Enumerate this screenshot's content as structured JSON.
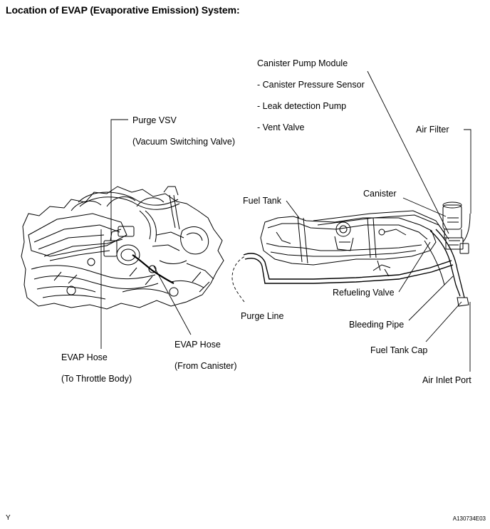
{
  "title": "Location of EVAP (Evaporative Emission) System:",
  "labels": {
    "canister_pump_module": "Canister Pump Module",
    "canister_pressure_sensor": "- Canister Pressure Sensor",
    "leak_detection_pump": "- Leak detection Pump",
    "vent_valve": "- Vent Valve",
    "purge_vsv": "Purge VSV",
    "vacuum_switching_valve": "(Vacuum Switching Valve)",
    "air_filter": "Air Filter",
    "canister": "Canister",
    "fuel_tank": "Fuel Tank",
    "refueling_valve": "Refueling Valve",
    "purge_line": "Purge Line",
    "bleeding_pipe": "Bleeding Pipe",
    "evap_hose_canister": "EVAP Hose",
    "from_canister": "(From Canister)",
    "fuel_tank_cap": "Fuel Tank Cap",
    "evap_hose_throttle": "EVAP Hose",
    "to_throttle_body": "(To Throttle Body)",
    "air_inlet_port": "Air Inlet Port"
  },
  "footer": {
    "left_mark": "Y",
    "figure_code": "A130734E03"
  }
}
